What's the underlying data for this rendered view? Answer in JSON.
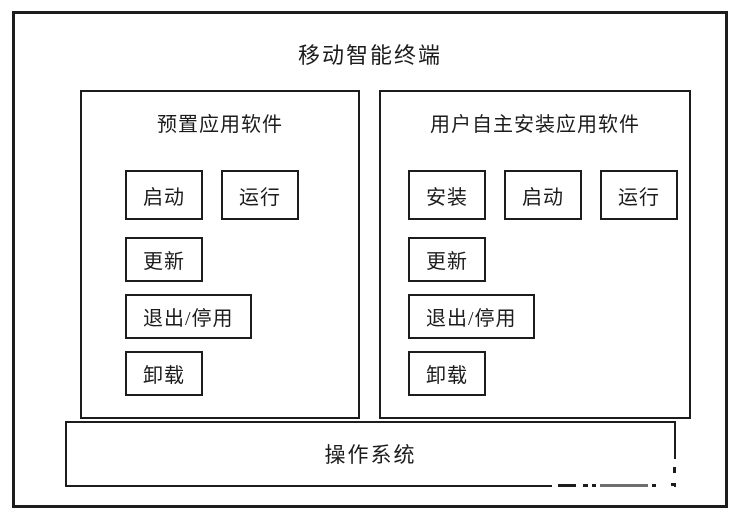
{
  "title": "移动智能终端",
  "left_panel": {
    "header": "预置应用软件",
    "buttons": {
      "start": "启动",
      "run": "运行",
      "update": "更新",
      "exit_disable": "退出/停用",
      "uninstall": "卸载"
    }
  },
  "right_panel": {
    "header": "用户自主安装应用软件",
    "buttons": {
      "install": "安装",
      "start": "启动",
      "run": "运行",
      "update": "更新",
      "exit_disable": "退出/停用",
      "uninstall": "卸载"
    }
  },
  "os_box": {
    "label": "操作系统"
  },
  "colors": {
    "line": "#1c1c1c",
    "background": "#ffffff"
  }
}
